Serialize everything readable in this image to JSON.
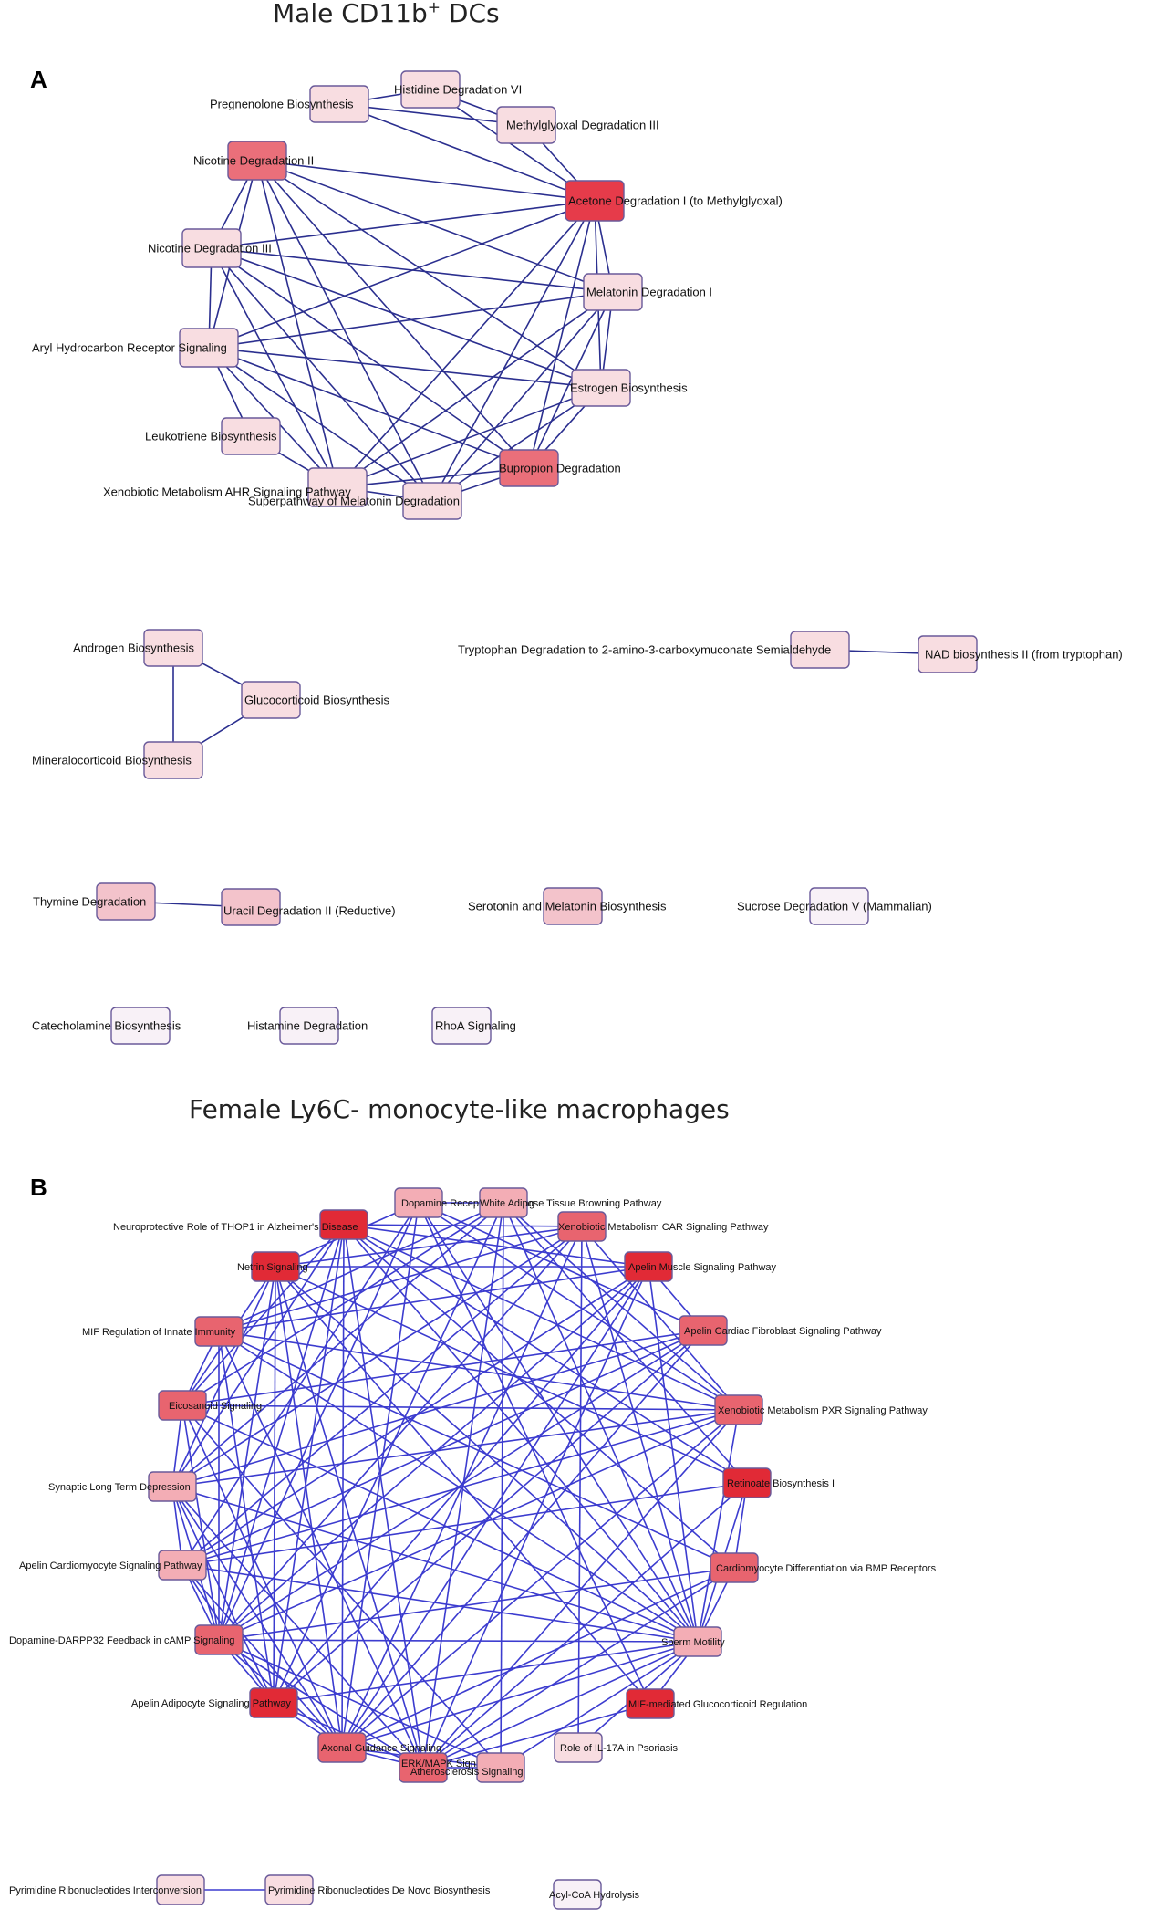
{
  "panel_a": {
    "title_main": "Male CD11b",
    "title_sup": "+",
    "title_rest": " DCs",
    "letter": "A",
    "edge_color": "#2b2f8f",
    "nodes": [
      {
        "id": "pregnenolone",
        "label": "Pregnenolone Biosynthesis",
        "shade": "pale"
      },
      {
        "id": "histidine",
        "label": "Histidine Degradation VI",
        "shade": "pale"
      },
      {
        "id": "methylglyoxal",
        "label": "Methylglyoxal Degradation III",
        "shade": "pale"
      },
      {
        "id": "nicotine2",
        "label": "Nicotine Degradation II",
        "shade": "mid"
      },
      {
        "id": "acetone",
        "label": "Acetone Degradation I (to Methylglyoxal)",
        "shade": "strong"
      },
      {
        "id": "nicotine3",
        "label": "Nicotine Degradation III",
        "shade": "pale"
      },
      {
        "id": "melatonin",
        "label": "Melatonin Degradation I",
        "shade": "pale"
      },
      {
        "id": "arylhc",
        "label": "Aryl Hydrocarbon Receptor Signaling",
        "shade": "pale"
      },
      {
        "id": "estrogen",
        "label": "Estrogen Biosynthesis",
        "shade": "pale"
      },
      {
        "id": "leukotriene",
        "label": "Leukotriene Biosynthesis",
        "shade": "pale"
      },
      {
        "id": "bupropion",
        "label": "Bupropion Degradation",
        "shade": "mid"
      },
      {
        "id": "xenoahr",
        "label": "Xenobiotic Metabolism AHR Signaling Pathway",
        "shade": "pale"
      },
      {
        "id": "superpathway",
        "label": "Superpathway of Melatonin Degradation",
        "shade": "pale"
      },
      {
        "id": "androgen",
        "label": "Androgen Biosynthesis",
        "shade": "pale"
      },
      {
        "id": "glucocorticoid",
        "label": "Glucocorticoid Biosynthesis",
        "shade": "pale"
      },
      {
        "id": "mineralocorticoid",
        "label": "Mineralocorticoid Biosynthesis",
        "shade": "pale"
      },
      {
        "id": "tryptophan",
        "label": "Tryptophan Degradation to 2-amino-3-carboxymuconate Semialdehyde",
        "shade": "pale"
      },
      {
        "id": "nad",
        "label": "NAD biosynthesis II (from tryptophan)",
        "shade": "pale"
      },
      {
        "id": "thymine",
        "label": "Thymine Degradation",
        "shade": "light"
      },
      {
        "id": "uracil",
        "label": "Uracil Degradation II (Reductive)",
        "shade": "light"
      },
      {
        "id": "serotonin",
        "label": "Serotonin and Melatonin Biosynthesis",
        "shade": "light"
      },
      {
        "id": "sucrose",
        "label": "Sucrose Degradation V (Mammalian)",
        "shade": "vpale"
      },
      {
        "id": "catecholamine",
        "label": "Catecholamine Biosynthesis",
        "shade": "vpale"
      },
      {
        "id": "histamine",
        "label": "Histamine Degradation",
        "shade": "vpale"
      },
      {
        "id": "rhoa",
        "label": "RhoA Signaling",
        "shade": "vpale"
      }
    ],
    "edges": [
      [
        "pregnenolone",
        "histidine"
      ],
      [
        "pregnenolone",
        "methylglyoxal"
      ],
      [
        "pregnenolone",
        "acetone"
      ],
      [
        "histidine",
        "methylglyoxal"
      ],
      [
        "histidine",
        "acetone"
      ],
      [
        "methylglyoxal",
        "acetone"
      ],
      [
        "nicotine2",
        "acetone"
      ],
      [
        "nicotine2",
        "nicotine3"
      ],
      [
        "nicotine2",
        "arylhc"
      ],
      [
        "nicotine2",
        "melatonin"
      ],
      [
        "nicotine2",
        "estrogen"
      ],
      [
        "nicotine2",
        "bupropion"
      ],
      [
        "nicotine2",
        "xenoahr"
      ],
      [
        "nicotine2",
        "superpathway"
      ],
      [
        "acetone",
        "nicotine3"
      ],
      [
        "acetone",
        "arylhc"
      ],
      [
        "acetone",
        "melatonin"
      ],
      [
        "acetone",
        "estrogen"
      ],
      [
        "acetone",
        "bupropion"
      ],
      [
        "acetone",
        "xenoahr"
      ],
      [
        "acetone",
        "superpathway"
      ],
      [
        "nicotine3",
        "arylhc"
      ],
      [
        "nicotine3",
        "melatonin"
      ],
      [
        "nicotine3",
        "estrogen"
      ],
      [
        "nicotine3",
        "bupropion"
      ],
      [
        "nicotine3",
        "xenoahr"
      ],
      [
        "nicotine3",
        "superpathway"
      ],
      [
        "arylhc",
        "melatonin"
      ],
      [
        "arylhc",
        "leukotriene"
      ],
      [
        "arylhc",
        "xenoahr"
      ],
      [
        "arylhc",
        "superpathway"
      ],
      [
        "arylhc",
        "bupropion"
      ],
      [
        "arylhc",
        "estrogen"
      ],
      [
        "melatonin",
        "estrogen"
      ],
      [
        "melatonin",
        "bupropion"
      ],
      [
        "melatonin",
        "xenoahr"
      ],
      [
        "melatonin",
        "superpathway"
      ],
      [
        "estrogen",
        "bupropion"
      ],
      [
        "estrogen",
        "xenoahr"
      ],
      [
        "estrogen",
        "superpathway"
      ],
      [
        "leukotriene",
        "xenoahr"
      ],
      [
        "bupropion",
        "xenoahr"
      ],
      [
        "bupropion",
        "superpathway"
      ],
      [
        "xenoahr",
        "superpathway"
      ],
      [
        "androgen",
        "glucocorticoid"
      ],
      [
        "androgen",
        "mineralocorticoid"
      ],
      [
        "glucocorticoid",
        "mineralocorticoid"
      ],
      [
        "tryptophan",
        "nad"
      ],
      [
        "thymine",
        "uracil"
      ]
    ]
  },
  "panel_b": {
    "title": "Female Ly6C- monocyte-like macrophages",
    "letter": "B",
    "edge_color": "#3c3ccf",
    "nodes": [
      {
        "id": "thop1",
        "label": "Neuroprotective Role of THOP1 in Alzheimer's Disease",
        "shade": "red"
      },
      {
        "id": "dopreceptor",
        "label": "Dopamine Receptor Signaling",
        "shade": "pink"
      },
      {
        "id": "whiteadipose",
        "label": "White Adipose Tissue Browning Pathway",
        "shade": "pink"
      },
      {
        "id": "xenocar",
        "label": "Xenobiotic Metabolism CAR Signaling Pathway",
        "shade": "coral"
      },
      {
        "id": "netrin",
        "label": "Netrin Signaling",
        "shade": "red"
      },
      {
        "id": "apelinmuscle",
        "label": "Apelin Muscle Signaling Pathway",
        "shade": "red"
      },
      {
        "id": "mif",
        "label": "MIF Regulation of Innate Immunity",
        "shade": "coral"
      },
      {
        "id": "apelinfibro",
        "label": "Apelin Cardiac Fibroblast Signaling Pathway",
        "shade": "coral"
      },
      {
        "id": "eicosanoid",
        "label": "Eicosanoid Signaling",
        "shade": "coral"
      },
      {
        "id": "xenopxr",
        "label": "Xenobiotic Metabolism PXR Signaling Pathway",
        "shade": "coral"
      },
      {
        "id": "synaptic",
        "label": "Synaptic Long Term Depression",
        "shade": "pink"
      },
      {
        "id": "retinoate",
        "label": "Retinoate Biosynthesis I",
        "shade": "red"
      },
      {
        "id": "apelincardio",
        "label": "Apelin Cardiomyocyte Signaling Pathway",
        "shade": "pink"
      },
      {
        "id": "cardiobmp",
        "label": "Cardiomyocyte Differentiation via BMP Receptors",
        "shade": "coral"
      },
      {
        "id": "darpp32",
        "label": "Dopamine-DARPP32 Feedback in cAMP Signaling",
        "shade": "coral"
      },
      {
        "id": "sperm",
        "label": "Sperm Motility",
        "shade": "pink"
      },
      {
        "id": "apelinadipo",
        "label": "Apelin Adipocyte Signaling Pathway",
        "shade": "red"
      },
      {
        "id": "mifgluco",
        "label": "MIF-mediated Glucocorticoid Regulation",
        "shade": "red"
      },
      {
        "id": "axonal",
        "label": "Axonal Guidance Signaling",
        "shade": "coral"
      },
      {
        "id": "erkmapk",
        "label": "ERK/MAPK Signaling",
        "shade": "coral"
      },
      {
        "id": "atherosclerosis",
        "label": "Atherosclerosis Signaling",
        "shade": "pink"
      },
      {
        "id": "il17a",
        "label": "Role of IL-17A in Psoriasis",
        "shade": "pale"
      },
      {
        "id": "pyrinter",
        "label": "Pyrimidine Ribonucleotides Interconversion",
        "shade": "pale"
      },
      {
        "id": "pyrdenovo",
        "label": "Pyrimidine Ribonucleotides De Novo Biosynthesis",
        "shade": "pale"
      },
      {
        "id": "acylcoa",
        "label": "Acyl-CoA Hydrolysis",
        "shade": "vpale"
      }
    ],
    "edges": [
      [
        "thop1",
        "xenocar"
      ],
      [
        "thop1",
        "apelinmuscle"
      ],
      [
        "thop1",
        "eicosanoid"
      ],
      [
        "thop1",
        "synaptic"
      ],
      [
        "thop1",
        "darpp32"
      ],
      [
        "thop1",
        "apelinadipo"
      ],
      [
        "thop1",
        "axonal"
      ],
      [
        "thop1",
        "erkmapk"
      ],
      [
        "thop1",
        "xenopxr"
      ],
      [
        "thop1",
        "sperm"
      ],
      [
        "thop1",
        "retinoate"
      ],
      [
        "thop1",
        "cardiobmp"
      ],
      [
        "dopreceptor",
        "whiteadipose"
      ],
      [
        "dopreceptor",
        "netrin"
      ],
      [
        "dopreceptor",
        "apelinfibro"
      ],
      [
        "dopreceptor",
        "apelincardio"
      ],
      [
        "dopreceptor",
        "darpp32"
      ],
      [
        "dopreceptor",
        "sperm"
      ],
      [
        "dopreceptor",
        "axonal"
      ],
      [
        "dopreceptor",
        "mifgluco"
      ],
      [
        "dopreceptor",
        "xenopxr"
      ],
      [
        "whiteadipose",
        "mif"
      ],
      [
        "whiteadipose",
        "synaptic"
      ],
      [
        "whiteadipose",
        "apelinadipo"
      ],
      [
        "whiteadipose",
        "erkmapk"
      ],
      [
        "whiteadipose",
        "sperm"
      ],
      [
        "whiteadipose",
        "retinoate"
      ],
      [
        "whiteadipose",
        "atherosclerosis"
      ],
      [
        "whiteadipose",
        "eicosanoid"
      ],
      [
        "whiteadipose",
        "xenopxr"
      ],
      [
        "xenocar",
        "netrin"
      ],
      [
        "xenocar",
        "mif"
      ],
      [
        "xenocar",
        "apelincardio"
      ],
      [
        "xenocar",
        "darpp32"
      ],
      [
        "xenocar",
        "xenopxr"
      ],
      [
        "xenocar",
        "sperm"
      ],
      [
        "xenocar",
        "axonal"
      ],
      [
        "xenocar",
        "il17a"
      ],
      [
        "xenocar",
        "synaptic"
      ],
      [
        "netrin",
        "apelinmuscle"
      ],
      [
        "netrin",
        "eicosanoid"
      ],
      [
        "netrin",
        "synaptic"
      ],
      [
        "netrin",
        "darpp32"
      ],
      [
        "netrin",
        "axonal"
      ],
      [
        "netrin",
        "erkmapk"
      ],
      [
        "netrin",
        "sperm"
      ],
      [
        "netrin",
        "retinoate"
      ],
      [
        "netrin",
        "mifgluco"
      ],
      [
        "netrin",
        "apelinadipo"
      ],
      [
        "apelinmuscle",
        "mif"
      ],
      [
        "apelinmuscle",
        "apelinfibro"
      ],
      [
        "apelinmuscle",
        "apelincardio"
      ],
      [
        "apelinmuscle",
        "apelinadipo"
      ],
      [
        "apelinmuscle",
        "sperm"
      ],
      [
        "apelinmuscle",
        "erkmapk"
      ],
      [
        "apelinmuscle",
        "darpp32"
      ],
      [
        "apelinmuscle",
        "axonal"
      ],
      [
        "mif",
        "xenopxr"
      ],
      [
        "mif",
        "eicosanoid"
      ],
      [
        "mif",
        "apelinadipo"
      ],
      [
        "mif",
        "sperm"
      ],
      [
        "mif",
        "cardiobmp"
      ],
      [
        "mif",
        "darpp32"
      ],
      [
        "mif",
        "erkmapk"
      ],
      [
        "apelinfibro",
        "apelincardio"
      ],
      [
        "apelinfibro",
        "apelinadipo"
      ],
      [
        "apelinfibro",
        "eicosanoid"
      ],
      [
        "apelinfibro",
        "axonal"
      ],
      [
        "apelinfibro",
        "darpp32"
      ],
      [
        "apelinfibro",
        "synaptic"
      ],
      [
        "eicosanoid",
        "xenopxr"
      ],
      [
        "eicosanoid",
        "synaptic"
      ],
      [
        "eicosanoid",
        "darpp32"
      ],
      [
        "eicosanoid",
        "axonal"
      ],
      [
        "eicosanoid",
        "sperm"
      ],
      [
        "eicosanoid",
        "atherosclerosis"
      ],
      [
        "xenopxr",
        "synaptic"
      ],
      [
        "xenopxr",
        "darpp32"
      ],
      [
        "xenopxr",
        "axonal"
      ],
      [
        "xenopxr",
        "sperm"
      ],
      [
        "xenopxr",
        "apelincardio"
      ],
      [
        "xenopxr",
        "erkmapk"
      ],
      [
        "synaptic",
        "apelincardio"
      ],
      [
        "synaptic",
        "darpp32"
      ],
      [
        "synaptic",
        "sperm"
      ],
      [
        "synaptic",
        "axonal"
      ],
      [
        "synaptic",
        "erkmapk"
      ],
      [
        "synaptic",
        "apelinadipo"
      ],
      [
        "retinoate",
        "sperm"
      ],
      [
        "retinoate",
        "apelincardio"
      ],
      [
        "retinoate",
        "erkmapk"
      ],
      [
        "retinoate",
        "cardiobmp"
      ],
      [
        "apelincardio",
        "darpp32"
      ],
      [
        "apelincardio",
        "sperm"
      ],
      [
        "apelincardio",
        "apelinadipo"
      ],
      [
        "apelincardio",
        "axonal"
      ],
      [
        "cardiobmp",
        "darpp32"
      ],
      [
        "cardiobmp",
        "sperm"
      ],
      [
        "cardiobmp",
        "axonal"
      ],
      [
        "cardiobmp",
        "erkmapk"
      ],
      [
        "darpp32",
        "sperm"
      ],
      [
        "darpp32",
        "apelinadipo"
      ],
      [
        "darpp32",
        "axonal"
      ],
      [
        "darpp32",
        "erkmapk"
      ],
      [
        "darpp32",
        "atherosclerosis"
      ],
      [
        "sperm",
        "apelinadipo"
      ],
      [
        "sperm",
        "mifgluco"
      ],
      [
        "sperm",
        "axonal"
      ],
      [
        "sperm",
        "erkmapk"
      ],
      [
        "sperm",
        "atherosclerosis"
      ],
      [
        "sperm",
        "il17a"
      ],
      [
        "apelinadipo",
        "axonal"
      ],
      [
        "apelinadipo",
        "erkmapk"
      ],
      [
        "mifgluco",
        "erkmapk"
      ],
      [
        "axonal",
        "erkmapk"
      ],
      [
        "axonal",
        "atherosclerosis"
      ],
      [
        "erkmapk",
        "atherosclerosis"
      ],
      [
        "pyrinter",
        "pyrdenovo"
      ]
    ]
  },
  "shade_colors": {
    "vpale": "#f8f1f7",
    "pale": "#f8dde1",
    "light": "#f3c3cb",
    "mid": "#ea6f7a",
    "strong": "#e63b4a",
    "pink": "#f3adb5",
    "coral": "#e8646f",
    "red": "#e12a36"
  }
}
